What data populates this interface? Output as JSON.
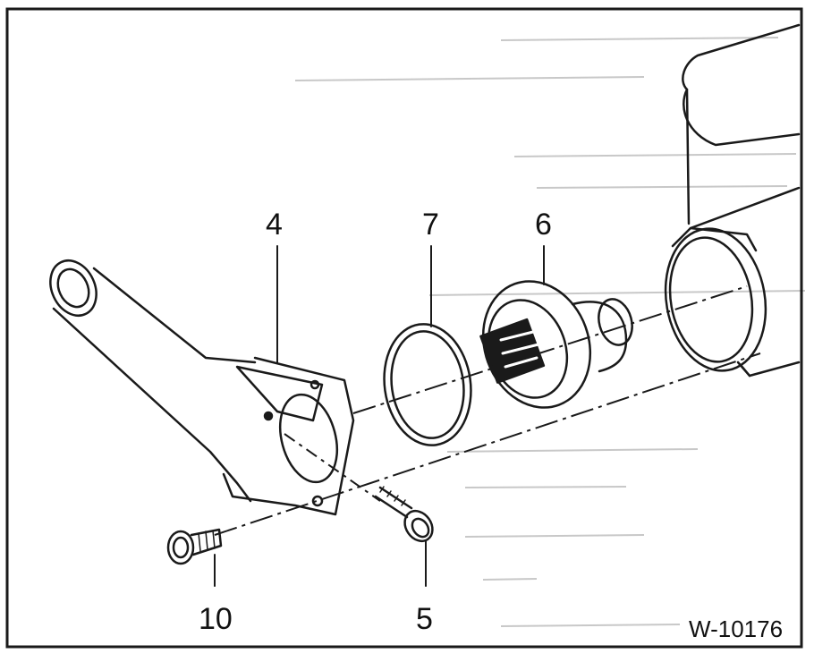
{
  "diagram": {
    "figure_reference": "W-10176",
    "callouts": [
      {
        "id": "4",
        "label": "4"
      },
      {
        "id": "7",
        "label": "7"
      },
      {
        "id": "6",
        "label": "6"
      },
      {
        "id": "10",
        "label": "10"
      },
      {
        "id": "5",
        "label": "5"
      }
    ],
    "colors": {
      "ink": "#1a1a1a",
      "paper": "#ffffff",
      "bleed_through": "#c8c8c8"
    }
  }
}
